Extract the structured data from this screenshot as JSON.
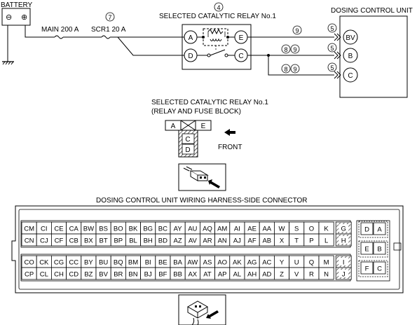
{
  "labels": {
    "battery": "BATTERY",
    "battery_minus": "⊖",
    "battery_plus": "⊕",
    "main_fuse": "MAIN 200 A",
    "scr_fuse": "SCR1 20 A",
    "scr_fuse_callout": "7",
    "relay_title": "SELECTED CATALYTIC RELAY No.1",
    "relay_callout": "4",
    "dcu_title": "DOSING CONTROL UNIT",
    "relay_pins": [
      "A",
      "D",
      "E",
      "C"
    ],
    "dcu_pins": [
      "BV",
      "B",
      "C"
    ],
    "wire_callouts_e": [
      "9"
    ],
    "wire_callouts_c": [
      "8",
      "9"
    ],
    "wire_callouts_c2": [
      "8",
      "9"
    ],
    "dcu_callouts": [
      "5",
      "5",
      "5"
    ],
    "relay_connector_title": "SELECTED CATALYTIC RELAY No.1",
    "relay_connector_subtitle": "(RELAY AND FUSE BLOCK)",
    "front": "FRONT",
    "relay_connector_pins": [
      "A",
      "E",
      "C",
      "D"
    ],
    "harness_title": "DOSING CONTROL UNIT WIRING HARNESS-SIDE CONNECTOR"
  },
  "harness": {
    "upper_row1": [
      "CM",
      "CI",
      "CE",
      "CA",
      "BW",
      "BS",
      "BO",
      "BK",
      "BG",
      "BC",
      "AY",
      "AU",
      "AQ",
      "AM",
      "AI",
      "AE",
      "AA",
      "W",
      "S",
      "O",
      "K"
    ],
    "upper_row2": [
      "CN",
      "CJ",
      "CF",
      "CB",
      "BX",
      "BT",
      "BP",
      "BL",
      "BH",
      "BD",
      "AZ",
      "AV",
      "AR",
      "AN",
      "AJ",
      "AF",
      "AB",
      "X",
      "T",
      "P",
      "L"
    ],
    "lower_row1": [
      "CO",
      "CK",
      "CG",
      "CC",
      "BY",
      "BU",
      "BQ",
      "BM",
      "BI",
      "BE",
      "BA",
      "AW",
      "AS",
      "AO",
      "AK",
      "AG",
      "AC",
      "Y",
      "U",
      "Q",
      "M"
    ],
    "lower_row2": [
      "CP",
      "CL",
      "CH",
      "CD",
      "BZ",
      "BV",
      "BR",
      "BN",
      "BJ",
      "BF",
      "BB",
      "AX",
      "AT",
      "AP",
      "AL",
      "AH",
      "AD",
      "Z",
      "V",
      "R",
      "N"
    ],
    "upper_hatched": [
      "G",
      "H"
    ],
    "lower_hatched": [
      "I",
      "J"
    ],
    "side_blocks": [
      [
        "D",
        "A"
      ],
      [
        "E",
        "B"
      ],
      [
        "F",
        "C"
      ]
    ]
  }
}
